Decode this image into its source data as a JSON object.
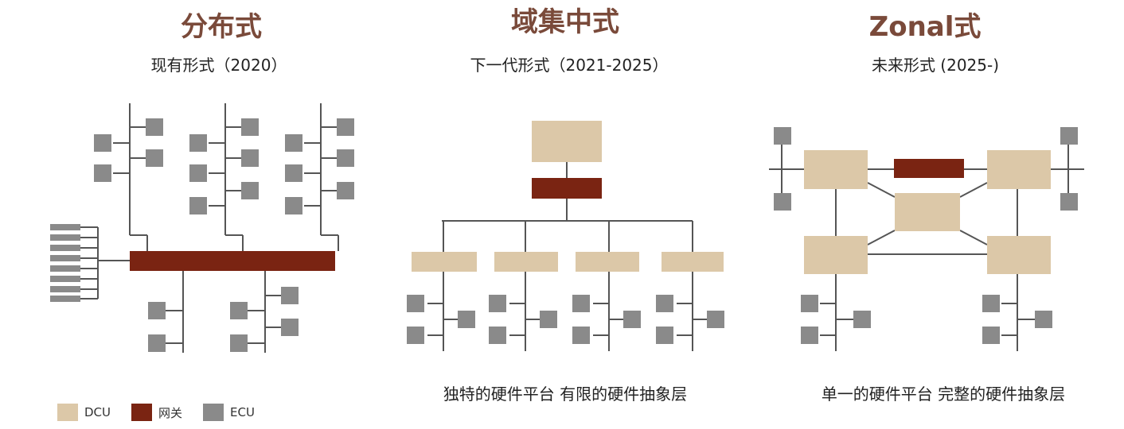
{
  "panels": {
    "distributed": {
      "title": "分布式",
      "subtitle": "现有形式（2020）",
      "caption": ""
    },
    "domain": {
      "title": "域集中式",
      "subtitle": "下一代形式（2021-2025）",
      "caption": "独特的硬件平台 有限的硬件抽象层"
    },
    "zonal": {
      "title": "Zonal式",
      "subtitle": "未来形式 (2025-)",
      "caption": "单一的硬件平台 完整的硬件抽象层"
    }
  },
  "legend": {
    "dcu": "DCU",
    "gateway": "网关",
    "ecu": "ECU"
  },
  "colors": {
    "dcu": "#dcc8a8",
    "gateway": "#7a2412",
    "ecu": "#8a8a8a",
    "line": "#555555",
    "title": "#7a4a3a"
  }
}
